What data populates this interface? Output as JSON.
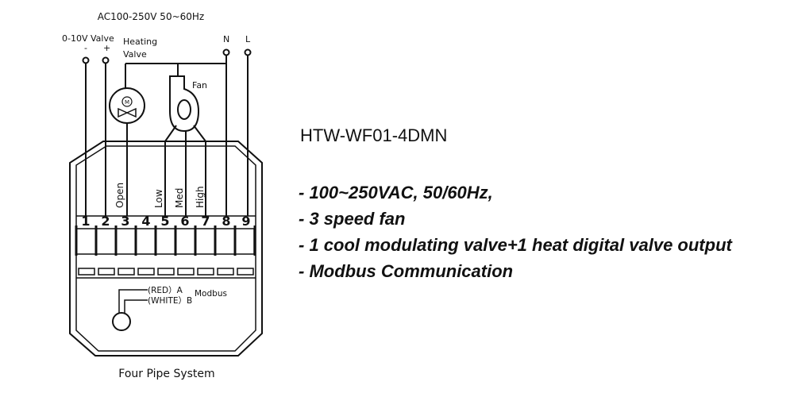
{
  "diagram": {
    "supply_label": "AC100-250V 50~60Hz",
    "valve_010_label": "0-10V Valve",
    "minus": "-",
    "plus": "+",
    "heating_valve_line1": "Heating",
    "heating_valve_line2": "Valve",
    "motor_label": "M",
    "neutral": "N",
    "live": "L",
    "fan_label": "Fan",
    "wire_labels": {
      "open": "Open",
      "low": "Low",
      "med": "Med",
      "high": "High"
    },
    "terminals": [
      "1",
      "2",
      "3",
      "4",
      "5",
      "6",
      "7",
      "8",
      "9"
    ],
    "modbus_a": "(RED）A",
    "modbus_b": "(WHITE）B",
    "modbus_label": "Modbus",
    "caption": "Four Pipe System"
  },
  "product": {
    "model": "HTW-WF01-4DMN",
    "features": [
      "- 100~250VAC, 50/60Hz,",
      "- 3 speed fan",
      "- 1 cool modulating valve+1 heat digital valve output",
      "- Modbus Communication"
    ]
  }
}
